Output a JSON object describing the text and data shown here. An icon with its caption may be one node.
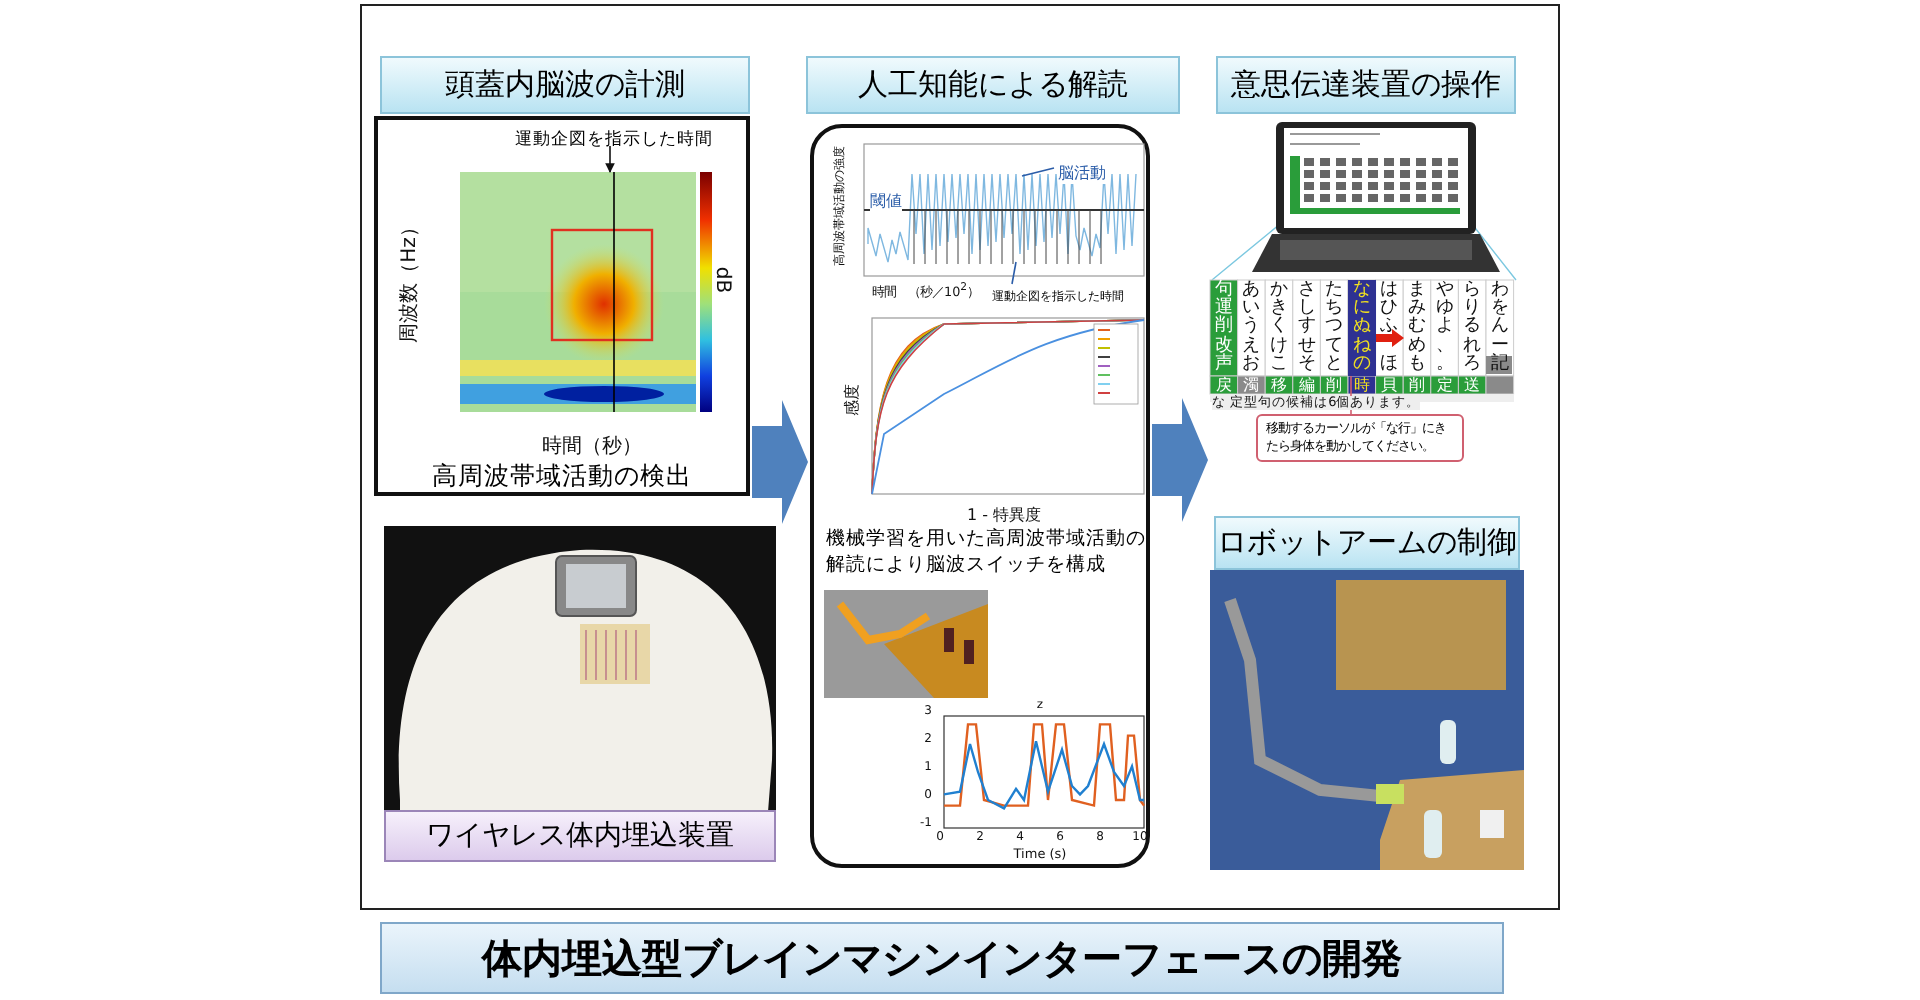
{
  "diagram": {
    "title": "体内埋込型ブレインマシンインターフェースの開発",
    "nodes": [
      {
        "text": [
          "頭蓋内脳波の計測"
        ]
      },
      {
        "text": [
          "高周波帯域活動の検出"
        ]
      },
      {
        "text": [
          "運動企図を指示した時間"
        ],
        "in": 1
      },
      {
        "text": [
          "ワイヤレス体内埋込装置"
        ]
      },
      {
        "text": [
          "人工知能による解読"
        ]
      },
      {
        "text": [
          "機械学習を用いた高周波帯域活動の解読により脳波スイッチを構成"
        ]
      },
      {
        "text": [
          "脳活動"
        ],
        "in": 5
      },
      {
        "text": [
          "運動企図を指示した時間"
        ],
        "in": 5
      },
      {
        "text": [
          "意思伝達装置の操作"
        ]
      },
      {
        "text": [],
        "shape": "picture"
      },
      {
        "text": [
          "移動するカーソルが「な行」にきたら身体を動かしてください。"
        ]
      },
      {
        "text": [
          "ロボットアームの制御"
        ]
      },
      {
        "text": [
          "なにぬねの"
        ],
        "in": 9
      }
    ],
    "edges": [
      {
        "from": 1,
        "to": 5,
        "arrow": "to",
        "color": "#4f81bd"
      },
      {
        "from": 5,
        "to": 9,
        "arrow": "to",
        "color": "#4f81bd"
      },
      {
        "from": 2,
        "to": null,
        "arrow": "to",
        "color": "#111111"
      },
      {
        "from": 6,
        "to": null,
        "arrow": "none",
        "color": "#2a5ca8"
      },
      {
        "from": 7,
        "to": null,
        "arrow": "none",
        "color": "#2a5ca8"
      },
      {
        "from": 10,
        "to": 12,
        "arrow": "none",
        "color": "#d06070"
      }
    ],
    "labels": [
      "周波数（Hz）",
      "dB",
      "時間（秒）",
      "高周波帯域活動の強度",
      "閾値",
      "時間　（秒／10$^{2}$）",
      "感度",
      "1 - 特異度",
      "z",
      "3",
      "2",
      "1",
      "0",
      "-1",
      "0",
      "2",
      "4",
      "6",
      "8",
      "10",
      "Time (s)",
      "句運削改声",
      "あいうえお",
      "かきくけこ",
      "さしすせそ",
      "たちつてと",
      "はひふ",
      "ほ",
      "まみむめも",
      "やゆよ、。",
      "らりるれろ",
      "わをんー記",
      "戻",
      "濁",
      "移",
      "編",
      "削",
      "時",
      "貝",
      "削",
      "定",
      "送",
      "な 定型句の候補は6個あります。"
    ]
  }
}
